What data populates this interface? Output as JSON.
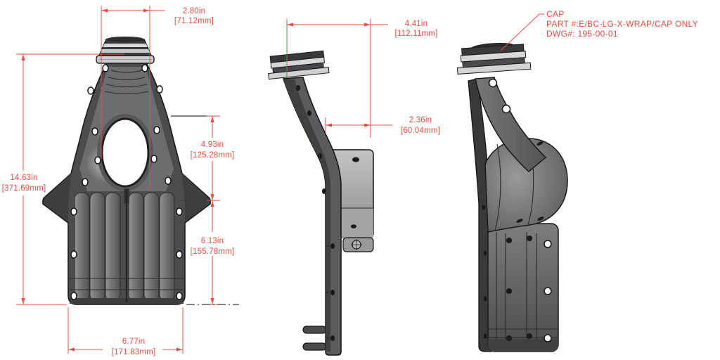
{
  "drawing": {
    "background_color": "#ffffff",
    "annotation_color": "#ee4a41",
    "part_body_color": "#4b4c4e",
    "cap_band_light_color": "#d6d7d9",
    "dimensions": {
      "cap_width": {
        "in": "2.80in",
        "mm": "[71.12mm]"
      },
      "overall_height": {
        "in": "14.63in",
        "mm": "[371.69mm]"
      },
      "mid_height": {
        "in": "4.93in",
        "mm": "[125.28mm]"
      },
      "lower_height": {
        "in": "6.13in",
        "mm": "[155.78mm]"
      },
      "base_width": {
        "in": "6.77in",
        "mm": "[171.83mm]"
      },
      "depth": {
        "in": "4.41in",
        "mm": "[112.11mm]"
      },
      "bracket_depth": {
        "in": "2.36in",
        "mm": "[60.04mm]"
      }
    },
    "callout": {
      "title": "CAP",
      "part_number": "PART #:E/BC-LG-X-WRAP/CAP ONLY",
      "dwg_number": "DWG#: 195-00-01"
    }
  }
}
